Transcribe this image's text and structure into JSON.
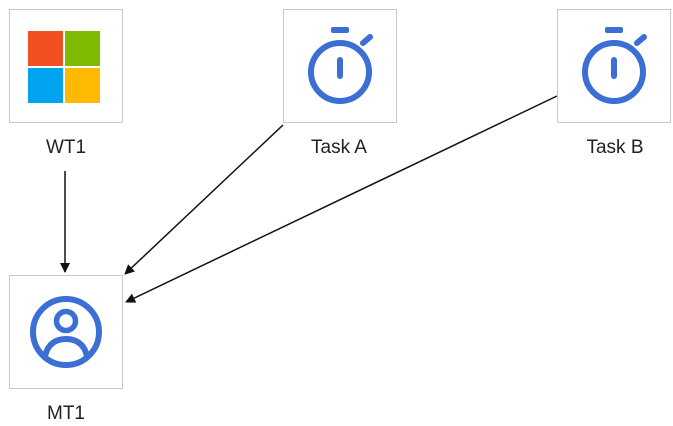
{
  "nodes": {
    "wt1": {
      "label": "WT1",
      "icon": "windows-logo-icon"
    },
    "task_a": {
      "label": "Task A",
      "icon": "stopwatch-icon"
    },
    "task_b": {
      "label": "Task B",
      "icon": "stopwatch-icon"
    },
    "mt1": {
      "label": "MT1",
      "icon": "user-avatar-icon"
    }
  },
  "edges": [
    {
      "from": "WT1",
      "to": "MT1"
    },
    {
      "from": "Task A",
      "to": "MT1"
    },
    {
      "from": "Task B",
      "to": "MT1"
    }
  ],
  "colors": {
    "icon_blue": "#3b6fd4",
    "ms_red": "#f25022",
    "ms_green": "#7fba00",
    "ms_blue": "#00a4ef",
    "ms_yellow": "#ffb900",
    "edge": "#111111",
    "node_border": "#c9c9c9"
  }
}
